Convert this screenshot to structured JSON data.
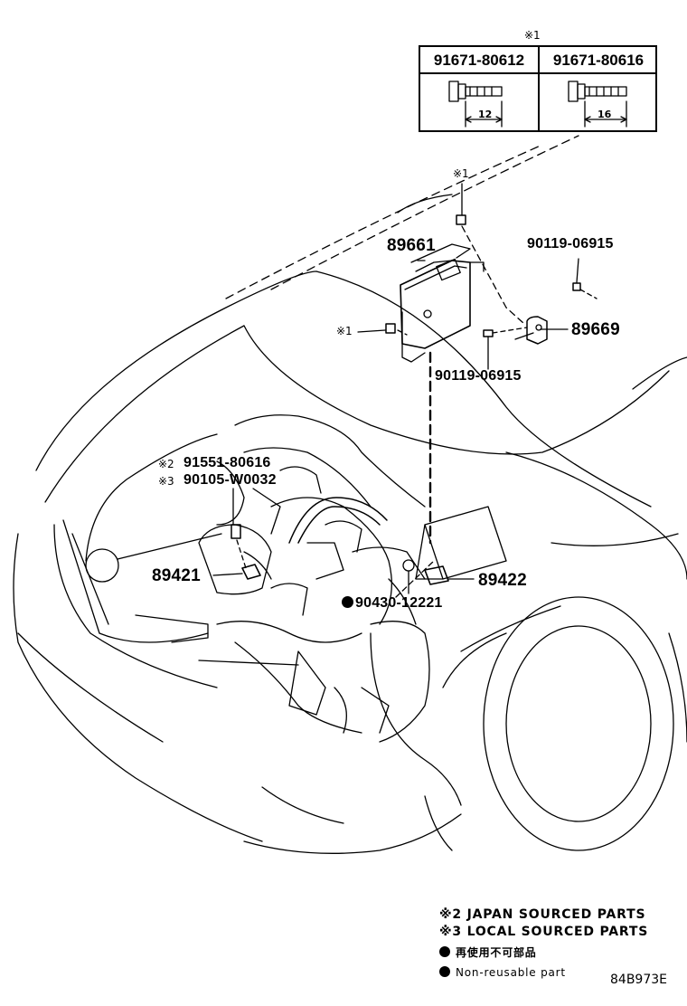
{
  "bolt_table": {
    "header_mark": "※1",
    "columns": [
      {
        "part_no": "91671-80612",
        "length": "12"
      },
      {
        "part_no": "91671-80616",
        "length": "16"
      }
    ]
  },
  "callouts": {
    "ecu": "89661",
    "bracket": "89669",
    "bolt_upper": "90119-06915",
    "bolt_lower": "90119-06915",
    "mark_top": "※1",
    "mark_left": "※1",
    "sensor_left": "89421",
    "sensor_right": "89422",
    "gasket": "90430-12221",
    "bolt_japan_mark": "※2",
    "bolt_japan": "91551-80616",
    "bolt_local_mark": "※3",
    "bolt_local": "90105-W0032"
  },
  "legend": {
    "japan": "※2 JAPAN SOURCED PARTS",
    "local": "※3 LOCAL SOURCED PARTS",
    "nonreusable_jp": "再使用不可部品",
    "nonreusable_en": "Non-reusable part"
  },
  "figure_code": "84B973E"
}
